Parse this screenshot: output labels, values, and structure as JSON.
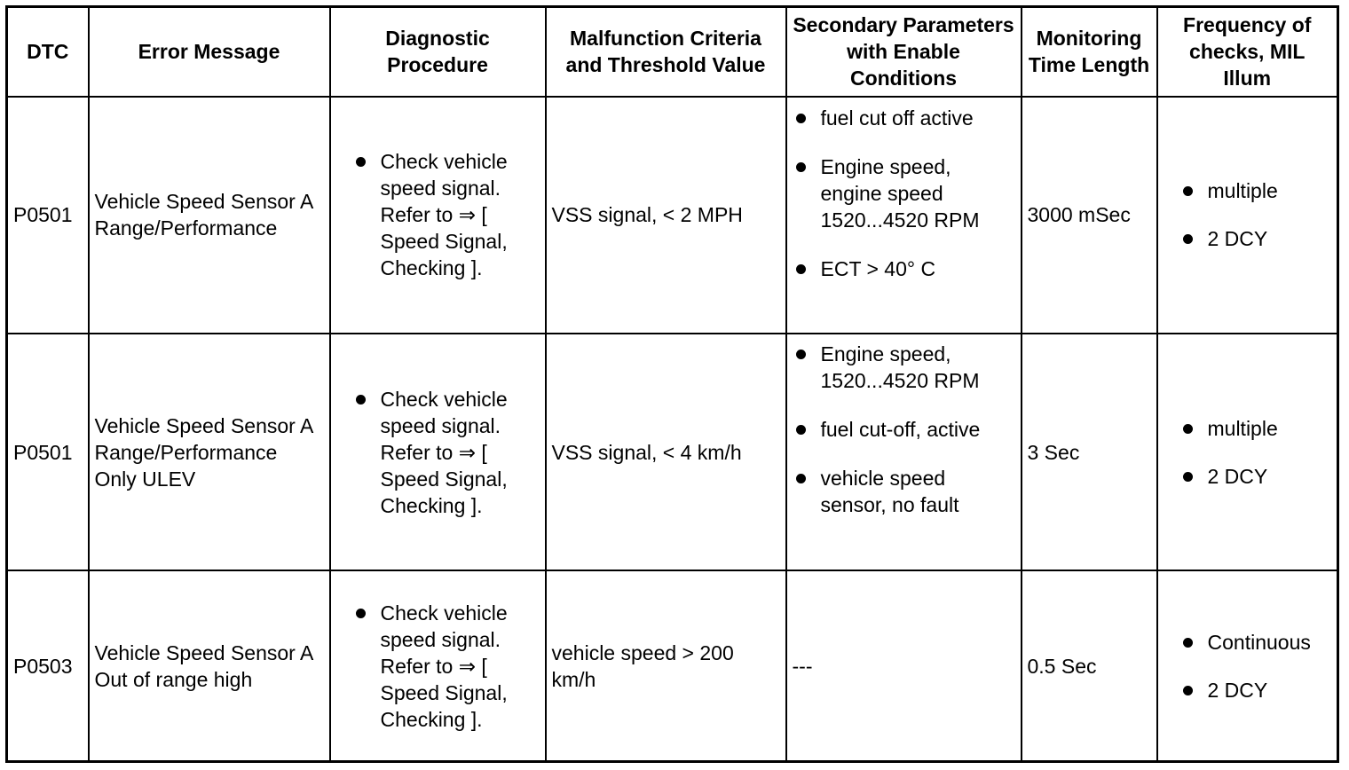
{
  "headers": {
    "dtc": "DTC",
    "error_message": "Error Message",
    "diagnostic_procedure": "Diagnostic Procedure",
    "malfunction_criteria": "Malfunction Criteria and Threshold Value",
    "secondary_parameters": "Secondary Parameters with Enable Conditions",
    "monitoring_time": "Monitoring Time Length",
    "frequency": "Frequency of checks, MIL Illum"
  },
  "rows": [
    {
      "dtc": "P0501",
      "error_message": "Vehicle Speed Sensor A Range/Performance",
      "procedure": "Check vehicle speed signal. Refer to ⇒ [ Speed Signal, Checking ].",
      "criteria": "VSS signal, < 2 MPH",
      "secondary": [
        "fuel cut off active",
        "Engine speed, engine speed 1520...4520 RPM",
        "ECT > 40° C"
      ],
      "monitoring": "3000 mSec",
      "frequency": [
        "multiple",
        "2 DCY"
      ]
    },
    {
      "dtc": "P0501",
      "error_message": "Vehicle Speed Sensor A Range/Performance Only ULEV",
      "procedure": "Check vehicle speed signal. Refer to ⇒ [ Speed Signal, Checking ].",
      "criteria": "VSS signal, < 4 km/h",
      "secondary": [
        "Engine speed, 1520...4520 RPM",
        "fuel cut-off, active",
        "vehicle speed sensor, no fault"
      ],
      "monitoring": "3 Sec",
      "frequency": [
        "multiple",
        "2 DCY"
      ]
    },
    {
      "dtc": "P0503",
      "error_message": "Vehicle Speed Sensor A Out of range high",
      "procedure": "Check vehicle speed signal. Refer to ⇒ [ Speed Signal, Checking ].",
      "criteria": "vehicle speed > 200 km/h",
      "secondary_text": "---",
      "monitoring": "0.5 Sec",
      "frequency": [
        "Continuous",
        "2 DCY"
      ]
    }
  ]
}
